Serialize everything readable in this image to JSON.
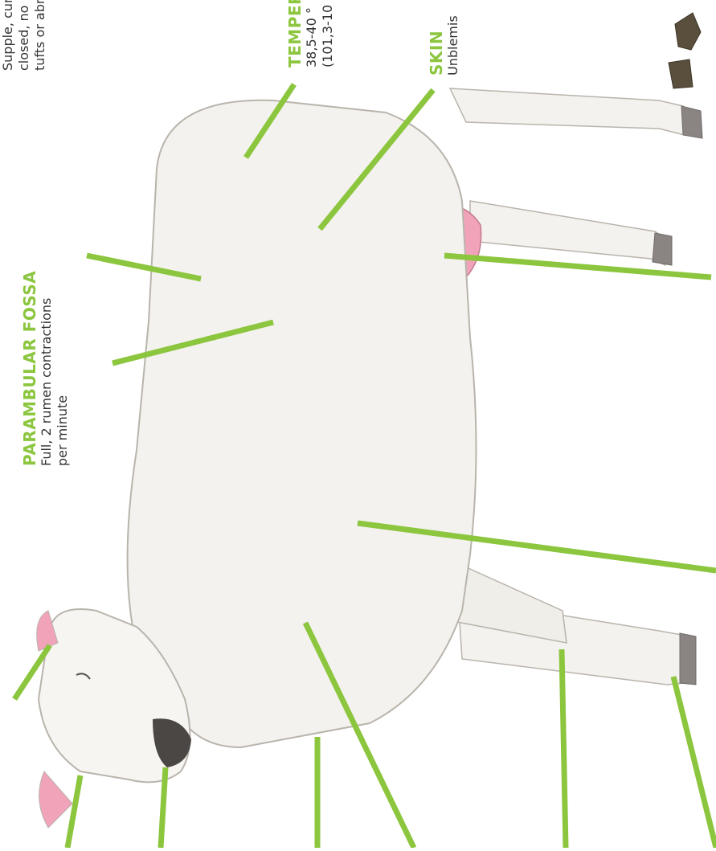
{
  "colors": {
    "accent": "#8cc63f",
    "text": "#333333",
    "wool": "#f4f2ee",
    "outline": "#b9b4ac",
    "udder": "#f1a3b9",
    "hoof": "#8a8583"
  },
  "labels": {
    "fleece": {
      "lines": [
        "Supple, curly, greasy,",
        "closed, no loose",
        "tufts or abrasions."
      ]
    },
    "paralumbar": {
      "heading": "PARAMBULAR FOSSA",
      "lines": [
        "Full, 2 rumen contractions",
        "per minute"
      ]
    },
    "temperature": {
      "heading": "TEMPER",
      "lines": [
        "38,5-40 °",
        "(101,3-10"
      ]
    },
    "skin": {
      "heading": "SKIN",
      "lines": [
        "Unblemis"
      ]
    }
  }
}
